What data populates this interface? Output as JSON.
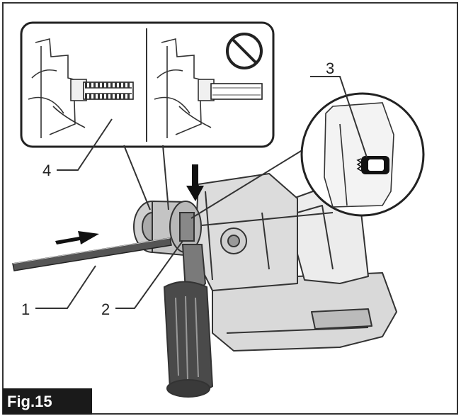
{
  "figure": {
    "label": "Fig.15",
    "callouts": [
      "1",
      "2",
      "3",
      "4"
    ],
    "prohibited_symbol": "no-entry-icon"
  }
}
